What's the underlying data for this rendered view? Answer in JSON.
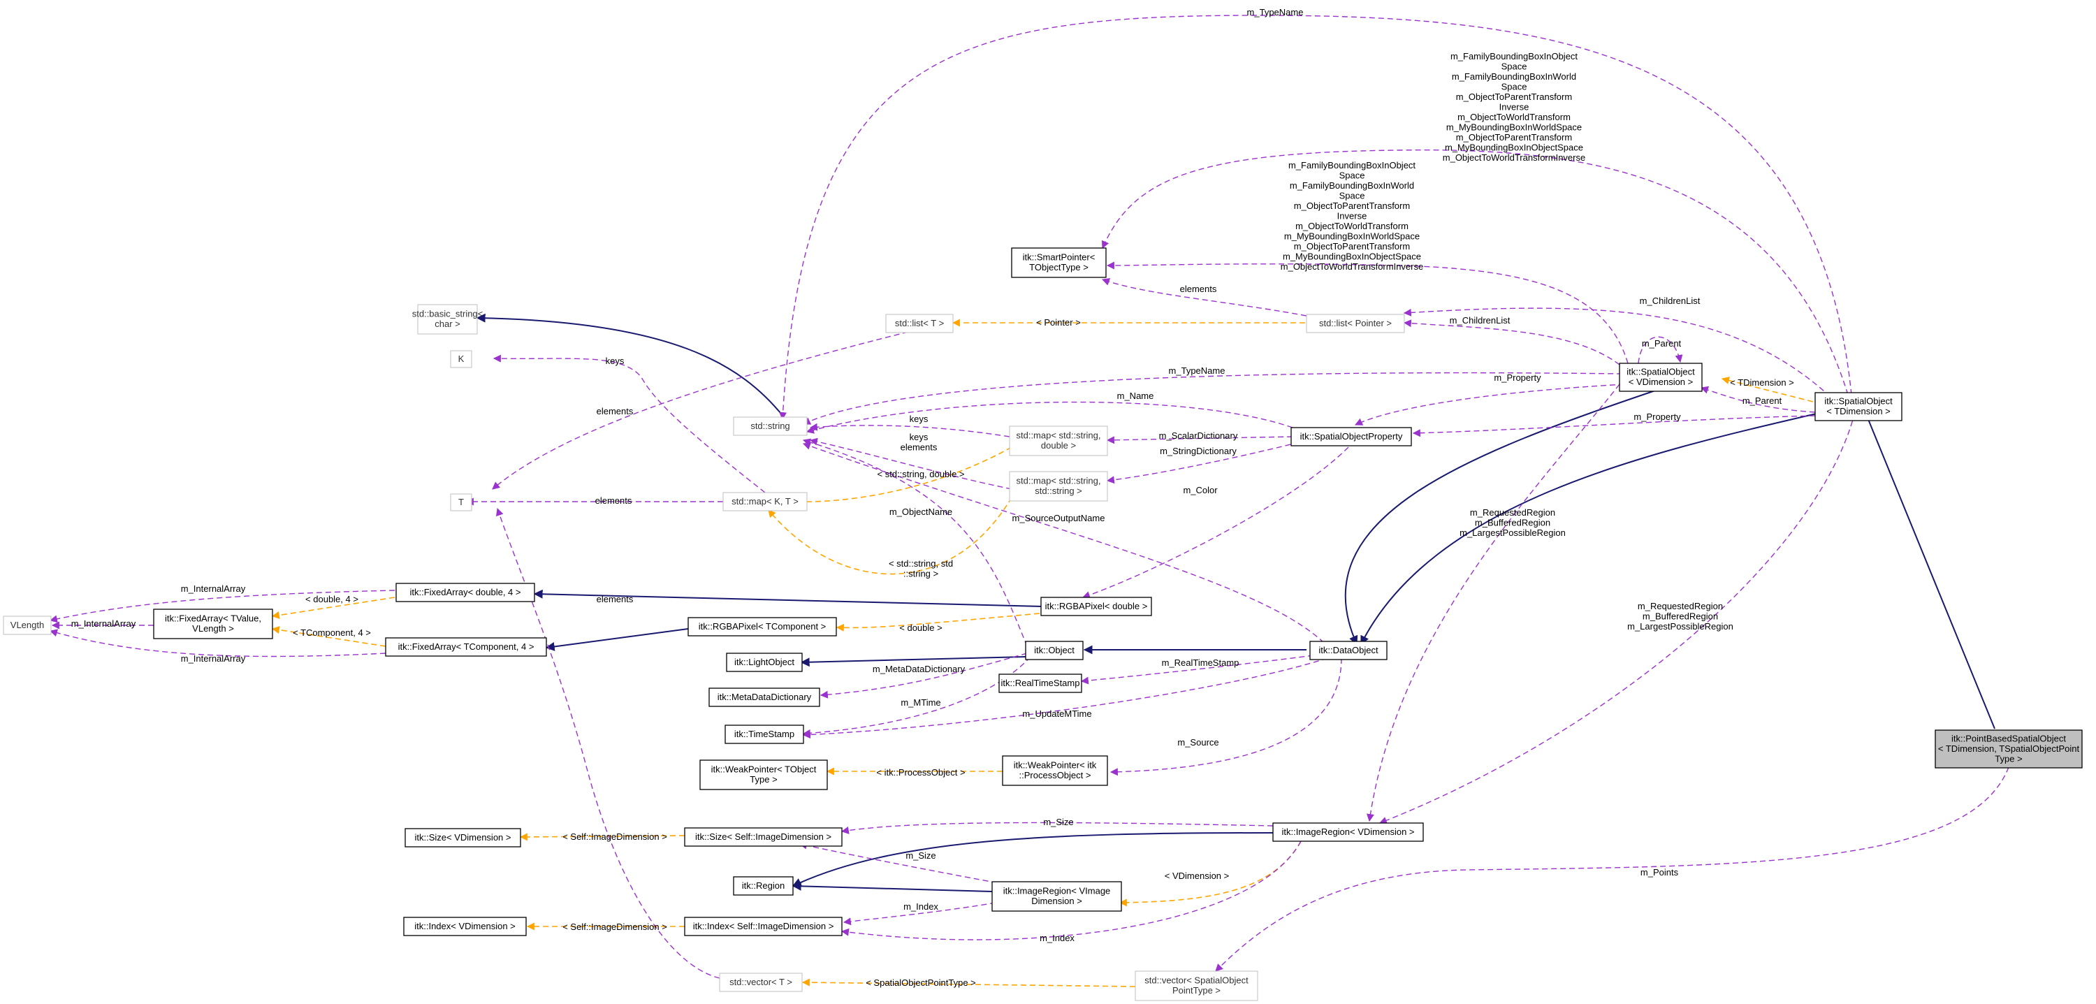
{
  "colors": {
    "member_edge": "#9A32CD",
    "template_edge": "#FFA500",
    "inherit_edge": "#191970",
    "node_border": "#000000",
    "node_border_external": "#BFBFBF",
    "highlight_fill": "#BFBFBF"
  },
  "nodes": [
    {
      "id": "tn_pbso",
      "lines": [
        "itk::PointBasedSpatialObject",
        "< TDimension, TSpatialObjectPoint",
        "Type >"
      ],
      "kind": "highlight"
    },
    {
      "id": "tn_so_td",
      "lines": [
        "itk::SpatialObject",
        "< TDimension >"
      ],
      "kind": "class"
    },
    {
      "id": "tn_so_vd",
      "lines": [
        "itk::SpatialObject",
        "< VDimension >"
      ],
      "kind": "class"
    },
    {
      "id": "tn_sop",
      "lines": [
        "itk::SpatialObjectProperty"
      ],
      "kind": "class"
    },
    {
      "id": "tn_dataobject",
      "lines": [
        "itk::DataObject"
      ],
      "kind": "class"
    },
    {
      "id": "tn_object",
      "lines": [
        "itk::Object"
      ],
      "kind": "class"
    },
    {
      "id": "tn_lightobject",
      "lines": [
        "itk::LightObject"
      ],
      "kind": "class"
    },
    {
      "id": "tn_mdd",
      "lines": [
        "itk::MetaDataDictionary"
      ],
      "kind": "class"
    },
    {
      "id": "tn_timestamp",
      "lines": [
        "itk::TimeStamp"
      ],
      "kind": "class"
    },
    {
      "id": "tn_rts",
      "lines": [
        "itk::RealTimeStamp"
      ],
      "kind": "class"
    },
    {
      "id": "tn_wp_po",
      "lines": [
        "itk::WeakPointer< itk",
        "::ProcessObject >"
      ],
      "kind": "class"
    },
    {
      "id": "tn_wp_t",
      "lines": [
        "itk::WeakPointer< TObject",
        "Type >"
      ],
      "kind": "class"
    },
    {
      "id": "tn_rgba_d",
      "lines": [
        "itk::RGBAPixel< double >"
      ],
      "kind": "class"
    },
    {
      "id": "tn_rgba_t",
      "lines": [
        "itk::RGBAPixel< TComponent >"
      ],
      "kind": "class"
    },
    {
      "id": "tn_fa_d4",
      "lines": [
        "itk::FixedArray< double, 4 >"
      ],
      "kind": "class"
    },
    {
      "id": "tn_fa_tc4",
      "lines": [
        "itk::FixedArray< TComponent, 4 >"
      ],
      "kind": "class"
    },
    {
      "id": "tn_fa_tv",
      "lines": [
        "itk::FixedArray< TValue,",
        "VLength >"
      ],
      "kind": "class"
    },
    {
      "id": "tn_vlength",
      "lines": [
        "VLength"
      ],
      "kind": "external"
    },
    {
      "id": "tn_smartptr",
      "lines": [
        "itk::SmartPointer<",
        "TObjectType >"
      ],
      "kind": "class"
    },
    {
      "id": "tn_list_ptr",
      "lines": [
        "std::list< Pointer >"
      ],
      "kind": "external"
    },
    {
      "id": "tn_list_t",
      "lines": [
        "std::list< T >"
      ],
      "kind": "external"
    },
    {
      "id": "tn_basic_string",
      "lines": [
        "std::basic_string<",
        "char >"
      ],
      "kind": "external"
    },
    {
      "id": "tn_string",
      "lines": [
        "std::string"
      ],
      "kind": "external"
    },
    {
      "id": "tn_k",
      "lines": [
        "K"
      ],
      "kind": "external"
    },
    {
      "id": "tn_t",
      "lines": [
        "T"
      ],
      "kind": "external"
    },
    {
      "id": "tn_map_kt",
      "lines": [
        "std::map< K, T >"
      ],
      "kind": "external"
    },
    {
      "id": "tn_map_sd",
      "lines": [
        "std::map< std::string,",
        "double >"
      ],
      "kind": "external"
    },
    {
      "id": "tn_map_ss",
      "lines": [
        "std::map< std::string,",
        "std::string >"
      ],
      "kind": "external"
    },
    {
      "id": "tn_imgregion_vd",
      "lines": [
        "itk::ImageRegion< VDimension >"
      ],
      "kind": "class"
    },
    {
      "id": "tn_imgregion_vi",
      "lines": [
        "itk::ImageRegion< VImage",
        "Dimension >"
      ],
      "kind": "class"
    },
    {
      "id": "tn_region",
      "lines": [
        "itk::Region"
      ],
      "kind": "class"
    },
    {
      "id": "tn_size_self",
      "lines": [
        "itk::Size< Self::ImageDimension >"
      ],
      "kind": "class"
    },
    {
      "id": "tn_size_vd",
      "lines": [
        "itk::Size< VDimension >"
      ],
      "kind": "class"
    },
    {
      "id": "tn_index_self",
      "lines": [
        "itk::Index< Self::ImageDimension >"
      ],
      "kind": "class"
    },
    {
      "id": "tn_index_vd",
      "lines": [
        "itk::Index< VDimension >"
      ],
      "kind": "class"
    },
    {
      "id": "tn_vec_t",
      "lines": [
        "std::vector< T >"
      ],
      "kind": "external"
    },
    {
      "id": "tn_vec_sop",
      "lines": [
        "std::vector< SpatialObject",
        "PointType >"
      ],
      "kind": "external"
    }
  ],
  "edge_labels": {
    "typename_top": [
      "m_TypeName"
    ],
    "so_td_smartptr": [
      "m_FamilyBoundingBoxInObject",
      "Space",
      "m_FamilyBoundingBoxInWorld",
      "Space",
      "m_ObjectToParentTransform",
      "Inverse",
      "m_ObjectToWorldTransform",
      "m_MyBoundingBoxInWorldSpace",
      "m_ObjectToParentTransform",
      "m_MyBoundingBoxInObjectSpace",
      "m_ObjectToWorldTransformInverse"
    ],
    "so_vd_smartptr": [
      "m_FamilyBoundingBoxInObject",
      "Space",
      "m_FamilyBoundingBoxInWorld",
      "Space",
      "m_ObjectToParentTransform",
      "Inverse",
      "m_ObjectToWorldTransform",
      "m_MyBoundingBoxInWorldSpace",
      "m_ObjectToParentTransform",
      "m_MyBoundingBoxInObjectSpace",
      "m_ObjectToWorldTransformInverse"
    ],
    "elements_list_smart": [
      "elements"
    ],
    "children_td": [
      "m_ChildrenList"
    ],
    "children_vd": [
      "m_ChildrenList"
    ],
    "pointer_tpl": [
      "< Pointer >"
    ],
    "parent_self": [
      "m_Parent"
    ],
    "tdimension_tpl": [
      "< TDimension >"
    ],
    "parent_td": [
      "m_Parent"
    ],
    "property_vd": [
      "m_Property"
    ],
    "property_td": [
      "m_Property"
    ],
    "typename_vd": [
      "m_TypeName"
    ],
    "keys_k": [
      "keys"
    ],
    "elements_list_t": [
      "elements"
    ],
    "name": [
      "m_Name"
    ],
    "keys_sd": [
      "keys"
    ],
    "keys_elements": [
      "keys",
      "elements"
    ],
    "scalar_dict": [
      "m_ScalarDictionary"
    ],
    "string_dict": [
      "m_StringDictionary"
    ],
    "std_string_double": [
      "< std::string, double >"
    ],
    "elements_map_t": [
      "elements"
    ],
    "object_name": [
      "m_ObjectName"
    ],
    "source_output_name": [
      "m_SourceOutputName"
    ],
    "color": [
      "m_Color"
    ],
    "std_string_std": [
      "< std::string, std",
      "::string >"
    ],
    "internal_array_d4": [
      "m_InternalArray"
    ],
    "double_4": [
      "< double, 4 >"
    ],
    "elements_vec": [
      "elements"
    ],
    "internal_array_tv": [
      "m_InternalArray"
    ],
    "internal_array_tc4": [
      "m_InternalArray"
    ],
    "tcomponent_4": [
      "< TComponent, 4 >"
    ],
    "double_tpl": [
      "< double >"
    ],
    "regions_vd": [
      "m_RequestedRegion",
      "m_BufferedRegion",
      "m_LargestPossibleRegion"
    ],
    "regions_td": [
      "m_RequestedRegion",
      "m_BufferedRegion",
      "m_LargestPossibleRegion"
    ],
    "metadata_dict": [
      "m_MetaDataDictionary"
    ],
    "realtimestamp": [
      "m_RealTimeStamp"
    ],
    "mtime": [
      "m_MTime"
    ],
    "update_mtime": [
      "m_UpdateMTime"
    ],
    "source": [
      "m_Source"
    ],
    "processobject_tpl": [
      "< itk::ProcessObject >"
    ],
    "size_vd": [
      "m_Size"
    ],
    "self_imgdim_size": [
      "< Self::ImageDimension >"
    ],
    "size_vi": [
      "m_Size"
    ],
    "vdimension_tpl": [
      "< VDimension >"
    ],
    "points": [
      "m_Points"
    ],
    "index_vi": [
      "m_Index"
    ],
    "self_imgdim_index": [
      "< Self::ImageDimension >"
    ],
    "index_vd": [
      "m_Index"
    ],
    "spatialobjectpointtype_tpl": [
      "< SpatialObjectPointType >"
    ]
  }
}
